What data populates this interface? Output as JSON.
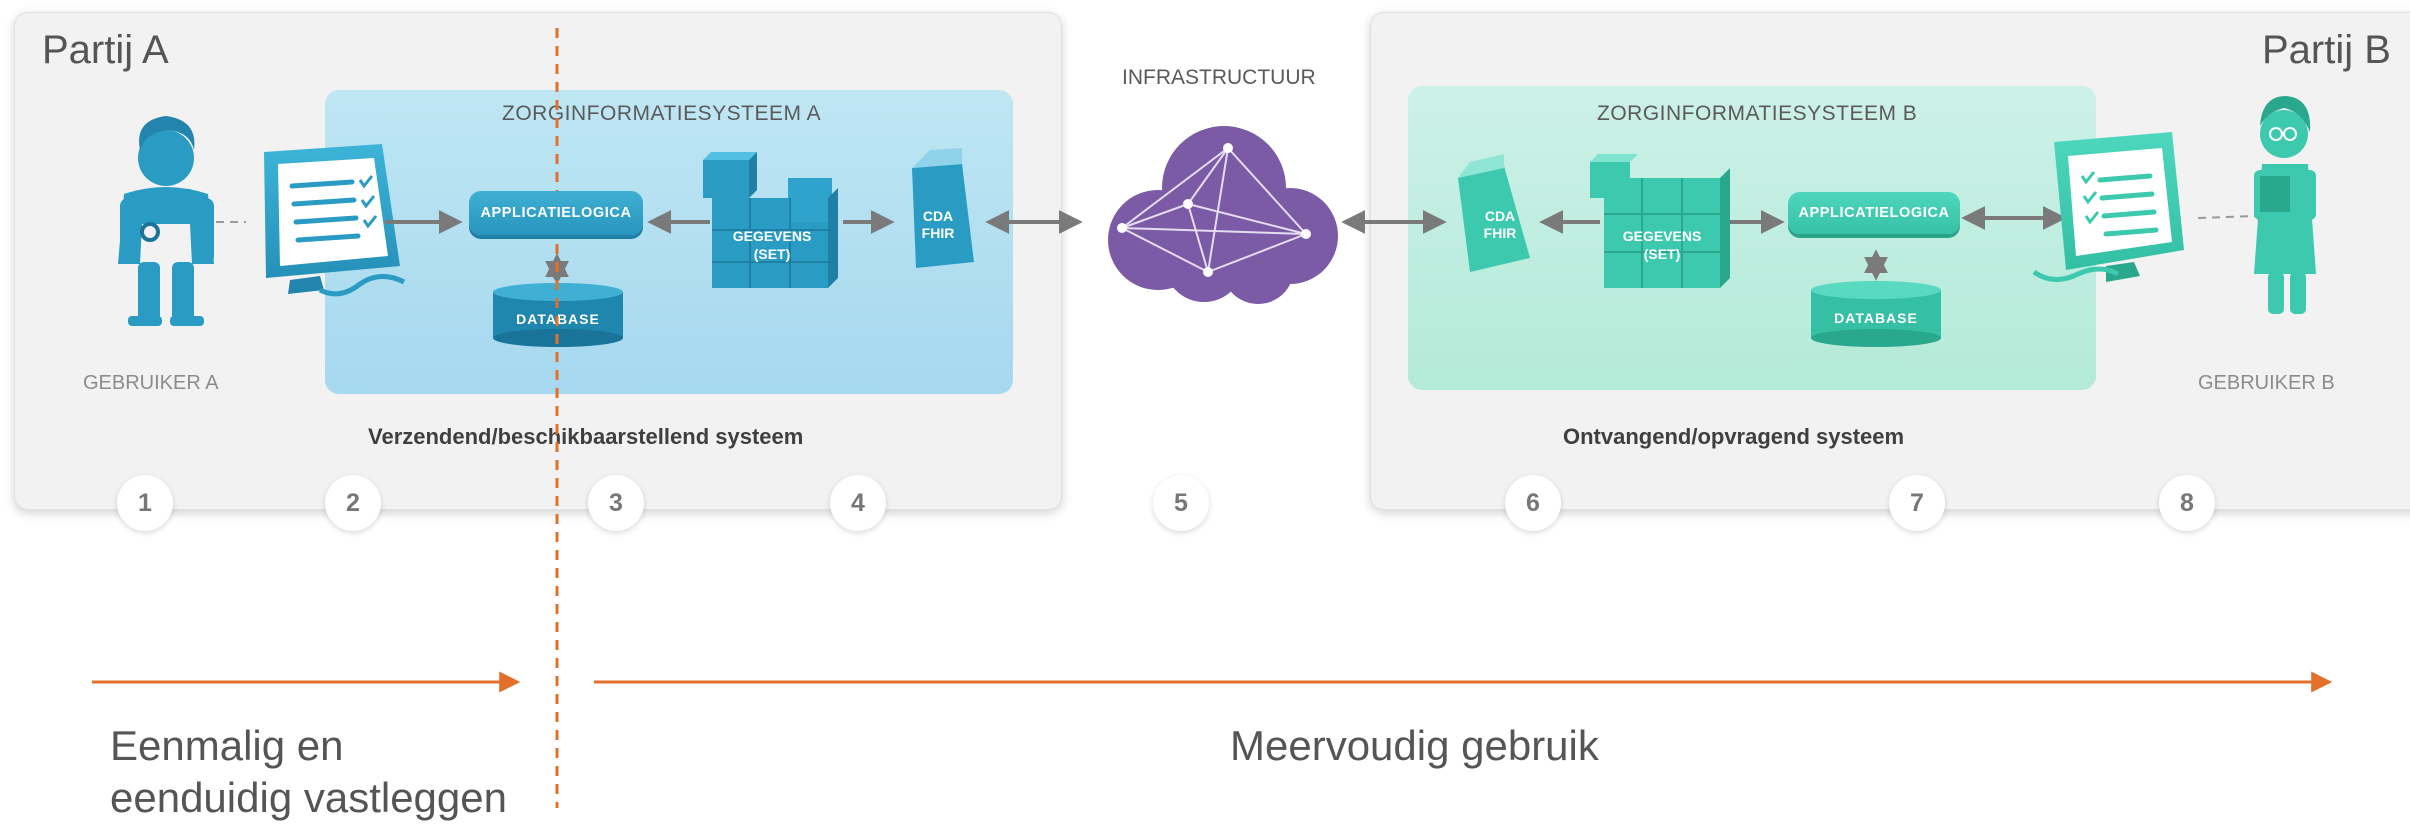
{
  "party_a": {
    "title": "Partij A",
    "user_label": "GEBRUIKER A"
  },
  "party_b": {
    "title": "Partij B",
    "user_label": "GEBRUIKER B"
  },
  "system_a": {
    "title": "ZORGINFORMATIESYSTEEM A",
    "caption": "Verzendend/beschikbaarstellend systeem",
    "application_label": "APPLICATIELOGICA",
    "database_label": "DATABASE",
    "data_label_line1": "GEGEVENS",
    "data_label_line2": "(SET)",
    "document_line1": "CDA",
    "document_line2": "FHIR"
  },
  "system_b": {
    "title": "ZORGINFORMATIESYSTEEM B",
    "caption": "Ontvangend/opvragend systeem",
    "application_label": "APPLICATIELOGICA",
    "database_label": "DATABASE",
    "data_label_line1": "GEGEVENS",
    "data_label_line2": "(SET)",
    "document_line1": "CDA",
    "document_line2": "FHIR"
  },
  "infrastructure_label": "INFRASTRUCTUUR",
  "step_numbers": [
    "1",
    "2",
    "3",
    "4",
    "5",
    "6",
    "7",
    "8"
  ],
  "bottom": {
    "left_line1": "Eenmalig en",
    "left_line2": "eenduidig vastleggen",
    "right": "Meervoudig gebruik"
  },
  "colors": {
    "blue_accent": "#2a9cc4",
    "green_accent": "#3cc9ae",
    "cloud_purple": "#7b5aa6",
    "arrow_orange": "#e2702a",
    "arrow_gray": "#7a7a7a"
  }
}
